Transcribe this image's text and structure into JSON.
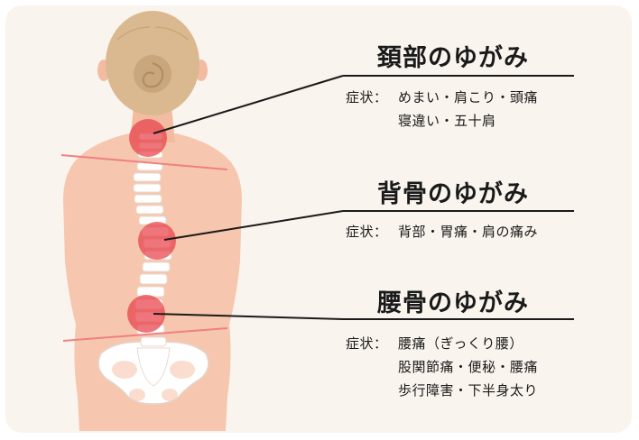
{
  "sections": [
    {
      "title": "頚部のゆがみ",
      "label": "症状：",
      "lines": [
        "めまい・肩こり・頭痛",
        "寝違い・五十肩"
      ]
    },
    {
      "title": "背骨のゆがみ",
      "label": "症状：",
      "lines": [
        "背部・胃痛・肩の痛み"
      ]
    },
    {
      "title": "腰骨のゆがみ",
      "label": "症状：",
      "lines": [
        "腰痛（ぎっくり腰）",
        "股関節痛・便秘・腰痛",
        "歩行障害・下半身太り"
      ]
    }
  ],
  "colors": {
    "background": "#faf4ee",
    "skin": "#f6c7ae",
    "hair": "#dbb990",
    "highlight": "#e8404a",
    "tilt_line": "#f08080",
    "text": "#1a1a1a"
  }
}
